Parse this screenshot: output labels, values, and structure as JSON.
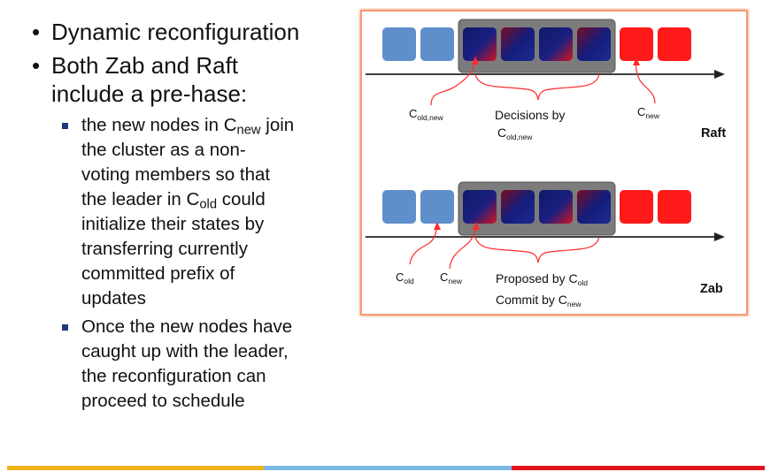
{
  "bullets": {
    "item1": "Dynamic reconfiguration",
    "item2_line1": "Both Zab and Raft",
    "item2_line2": "include a pre-hase:"
  },
  "sub1": {
    "l1_pre": "the new nodes in C",
    "l1_sub": "new",
    "l1_post": " join",
    "l2": "the cluster as a non-",
    "l3": "voting members so that",
    "l4_pre": "the leader in C",
    "l4_sub": "old",
    "l4_post": " could",
    "l5": "initialize their states by",
    "l6": "transferring currently",
    "l7": "committed prefix of",
    "l8": "updates"
  },
  "sub2": {
    "l1": "Once the new nodes have",
    "l2": "caught up with the leader,",
    "l3": "the reconfiguration can",
    "l4": "proceed to schedule"
  },
  "raft": {
    "label": "Raft",
    "c_old_new_main": "C",
    "c_old_new_sub": "old,new",
    "decisions_line1": "Decisions by",
    "decisions_line2_main": "C",
    "decisions_line2_sub": "old,new",
    "c_new_main": "C",
    "c_new_sub": "new"
  },
  "zab": {
    "label": "Zab",
    "c_old_main": "C",
    "c_old_sub": "old",
    "c_new_main": "C",
    "c_new_sub": "new",
    "proposed_main": "Proposed by C",
    "proposed_sub": "old",
    "commit_main": "Commit by C",
    "commit_sub": "new"
  },
  "colors": {
    "blue_box": "#5f8fcb",
    "red_box": "#ff1a1a",
    "group_box": "#7a7a7a",
    "arrow": "#ff2a2a",
    "border": "#f6a27d"
  }
}
